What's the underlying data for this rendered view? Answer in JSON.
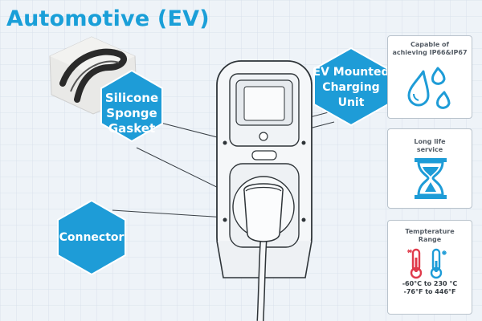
{
  "title": "Automotive (EV)",
  "labels": {
    "gasket": [
      "Silicone",
      "Sponge",
      "Gasket"
    ],
    "unit": [
      "EV Mounted",
      "Charging",
      "Unit"
    ],
    "connector": "Connector"
  },
  "features": [
    {
      "caption": [
        "Capable of",
        "achieving IP66&IP67"
      ],
      "icon": "water-drops-icon"
    },
    {
      "caption": [
        "Long life",
        "service"
      ],
      "icon": "hourglass-icon"
    },
    {
      "caption": [
        "Tempterature",
        "Range"
      ],
      "icon": "thermometer-icon",
      "range": [
        "-60°C to 230 °C",
        "-76°F to 446°F"
      ]
    }
  ],
  "colors": {
    "accent": "#1a9fd8",
    "hex": "#1e9cd7",
    "grid_bg": "#eef3f8",
    "device": "#f4f6f8",
    "outline": "#2e3438"
  }
}
